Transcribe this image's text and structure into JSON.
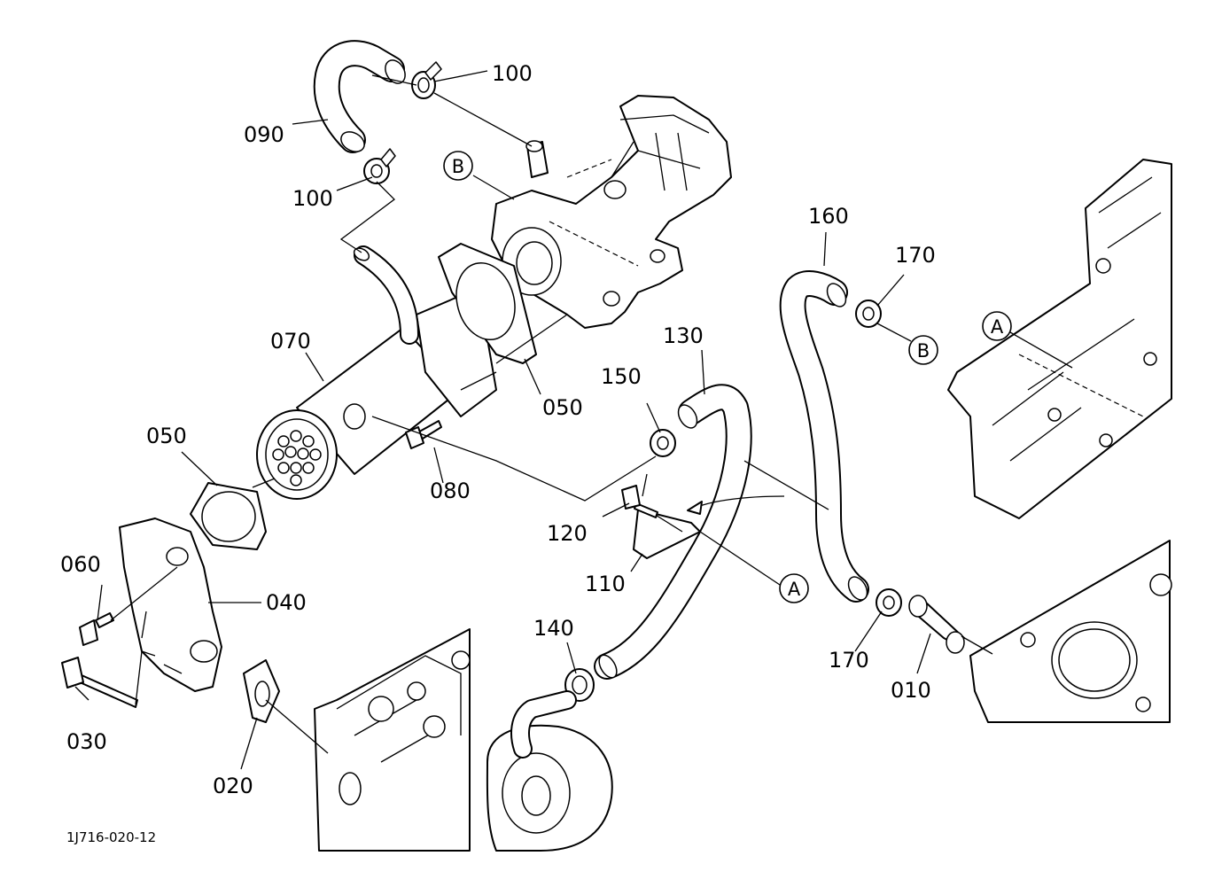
{
  "diagram_code": "1J716-020-12",
  "parts": {
    "p010": "010",
    "p020": "020",
    "p030": "030",
    "p040": "040",
    "p050a": "050",
    "p050b": "050",
    "p060": "060",
    "p070": "070",
    "p080": "080",
    "p090": "090",
    "p100a": "100",
    "p100b": "100",
    "p110": "110",
    "p120": "120",
    "p130": "130",
    "p140": "140",
    "p150": "150",
    "p160": "160",
    "p170a": "170",
    "p170b": "170"
  },
  "callouts": {
    "b_valve": "B",
    "b_hose": "B",
    "a_bracket": "A",
    "a_engine": "A"
  }
}
